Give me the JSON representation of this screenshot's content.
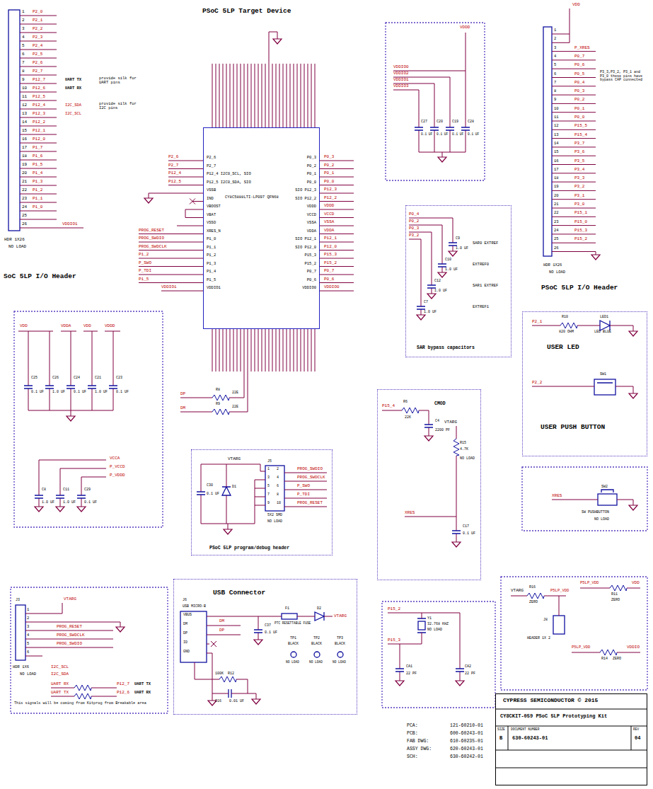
{
  "diagram": {
    "nodes": [
      {
        "text": [
          "SoC 5LP I/O Header"
        ]
      },
      {
        "text": [
          "PSoC 5LP Target Device",
          "CY8C5888LTI-LP097 QFN68"
        ]
      },
      {
        "text": [
          "SAR bypass capacitors"
        ]
      },
      {
        "text": [
          "PSoC 5LP I/O Header"
        ]
      },
      {
        "text": [
          "USER LED",
          "USER PUSH BUTTON"
        ]
      },
      {
        "text": [
          "CMOD"
        ]
      },
      {
        "text": [
          "PSoC 5LP program/debug header"
        ]
      },
      {
        "text": [
          "USB Connector"
        ]
      },
      {
        "text": [
          "CYPRESS SEMICONDUCTOR © 2015",
          "CY8CKIT-059 PSoC 5LP Prototyping Kit"
        ]
      }
    ],
    "labels": [
      "1",
      "2",
      "3",
      "4",
      "5",
      "6",
      "7",
      "8",
      "9",
      "10",
      "11",
      "12",
      "13",
      "14",
      "15",
      "16",
      "17",
      "18",
      "19",
      "20",
      "21",
      "22",
      "23",
      "24",
      "25",
      "26",
      "P2_0",
      "P2_1",
      "P2_2",
      "P2_3",
      "P2_4",
      "P2_5",
      "P2_6",
      "P2_7",
      "P12_7",
      "P12_6",
      "P12_5",
      "P12_4",
      "P12_3",
      "P12_2",
      "P12_1",
      "P12_0",
      "P1_7",
      "P1_6",
      "P1_5",
      "P1_4",
      "P1_3",
      "P1_2",
      "P1_1",
      "P1_0",
      "UART TX",
      "UART RX",
      "provide silk for UART pins",
      "I2C_SDA",
      "I2C_SCL",
      "provide silk for I2C pins",
      "VDDIO1",
      "HDR 1X26",
      "NO LOAD",
      "P2_6",
      "P2_7",
      "P12_4 I2C0_SCL, SIO",
      "P12_5 I2C0_SDA, SIO",
      "VSSB",
      "IND",
      "VBOOST",
      "VBAT",
      "VSSD",
      "XRES_N",
      "P1_0",
      "P1_1",
      "P1_2",
      "P1_3",
      "P1_4",
      "P1_5",
      "VDDIO1",
      "P0_3",
      "P0_2",
      "P0_1",
      "P0_0",
      "SIO P12_3",
      "SIO P12_2",
      "VDDD",
      "VCCD",
      "VSSA",
      "VDDA",
      "SIO P12_1",
      "SIO P12_0",
      "P15_3",
      "P15_2",
      "P0_7",
      "P0_6",
      "VDDIO0",
      "P2_6",
      "P2_7",
      "P12_4",
      "P12_5",
      "PROG_RESET",
      "PROG_SWDIO",
      "PROG_SWDCLK",
      "P1_2",
      "P_SWO",
      "P_TDI",
      "P1_5",
      "VDDIO1",
      "P0_3",
      "P0_2",
      "P0_1",
      "P0_0",
      "P12_3",
      "P12_2",
      "VDDD",
      "VCCD",
      "VSSA",
      "VDDA",
      "P12_1",
      "P12_0",
      "P15_3",
      "P15_2",
      "P0_7",
      "P0_6",
      "VDDIO0",
      "DP",
      "DM",
      "R8",
      "R9",
      "22E",
      "22E",
      "VDDD",
      "VDDIO0",
      "VDDIO2",
      "VDDIO1",
      "VDDIO3",
      "C27",
      "C20",
      "C19",
      "C28",
      "0.1 UF",
      "0.1 UF",
      "0.1 UF",
      "0.1 UF",
      "P0_4",
      "P0_2",
      "P0_3",
      "P3_2",
      "C9",
      "C10",
      "C12",
      "C7",
      "1.0 UF",
      "1.0 UF",
      "1.0 UF",
      "1.0 UF",
      "SAR0 EXTREF",
      "EXTREF0",
      "SAR1 EXTREF",
      "EXTREF1",
      "VDD",
      "1",
      "2",
      "3",
      "4",
      "5",
      "6",
      "7",
      "8",
      "9",
      "10",
      "11",
      "12",
      "13",
      "14",
      "15",
      "16",
      "17",
      "18",
      "19",
      "20",
      "21",
      "22",
      "23",
      "24",
      "25",
      "26",
      "P_XRES",
      "P0_7",
      "P0_6",
      "P0_5",
      "P0_4",
      "P0_3",
      "P0_2",
      "P0_1",
      "P0_0",
      "P15_5",
      "P15_4",
      "P3_7",
      "P3_6",
      "P3_5",
      "P3_4",
      "P3_3",
      "P3_2",
      "P3_1",
      "P3_0",
      "P15_1",
      "P15_0",
      "P15_3",
      "P15_2",
      "P3_3,P3_2, P3_1 and P3_0 these pins have bypass CAP connected",
      "HDR 1X26",
      "NO LOAD",
      "VDD",
      "VDDA",
      "VDD",
      "VDDD",
      "C25",
      "C26",
      "C24",
      "C21",
      "C23",
      "0.1 UF",
      "1.0 UF",
      "0.1 UF",
      "1.0 UF",
      "0.1 UF",
      "VCCA",
      "P_VCCD",
      "P_VDDD",
      "C8",
      "C11",
      "C29",
      "1.0 UF",
      "1.0 UF",
      "0.1 UF",
      "VTARG",
      "C30",
      "0.1 UF",
      "D1",
      "J5",
      "1",
      "3",
      "5",
      "7",
      "9",
      "2",
      "4",
      "6",
      "8",
      "10",
      "PROG_SWDIO",
      "PROG_SWDCLK",
      "P_SWO",
      "P_TDI",
      "PROG_RESET",
      "5X2 SMD",
      "NO LOAD",
      "R6",
      "P15_4",
      "22K",
      "C4",
      "2200 PF",
      "VTARG",
      "R15",
      "4.7K",
      "NO LOAD",
      "XRES",
      "C17",
      "0.1 UF",
      "P2_1",
      "R10",
      "820 OHM",
      "LED1",
      "LED BLUE",
      "P2_2",
      "SW1",
      "XRES",
      "SW2",
      "SW PUSHBUTTON",
      "NO LOAD",
      "J6",
      "USB MICRO-B",
      "VBUS",
      "DM",
      "DP",
      "ID",
      "GND",
      "DM",
      "DP",
      "C37",
      "0.1 UF",
      "F1",
      "PTC RESETTABLE FUSE",
      "D2",
      "VTARG",
      "TP1",
      "TP2",
      "TP3",
      "BLACK",
      "BLACK",
      "BLACK",
      "NO LOAD",
      "NO LOAD",
      "NO LOAD",
      "100K",
      "R12",
      "C16",
      "0.01 UF",
      "J3",
      "VTARG",
      "1",
      "2",
      "3",
      "4",
      "5",
      "6",
      "PROG_RESET",
      "PROG_SWDCLK",
      "PROG_SWDIO",
      "HDR 1X6",
      "NO LOAD",
      "I2C_SCL",
      "I2C_SDA",
      "UART RX",
      "UART TX",
      "P12_7",
      "P12_6",
      "UART TX",
      "UART RX",
      "This signals will be coming from Kitprog from Breakable area",
      "P15_2",
      "Y1",
      "32.768 KHZ",
      "NO LOAD",
      "P15_3",
      "CA1",
      "22 PF",
      "CA2",
      "22 PF",
      "VTARG",
      "R16",
      "ZERO",
      "P5LP_VDD",
      "J8",
      "HEADER 1X 2",
      "P5LP_VDD",
      "R11",
      "ZERO",
      "VDD",
      "P5LP_VDD",
      "R14",
      "ZERO",
      "VDDIO",
      "SIZE",
      "DOCUMENT NUMBER",
      "REV",
      "B",
      "630-60243-01",
      "04",
      "PCA:",
      "PCB:",
      "FAB DWG:",
      "ASSY DWG:",
      "SCH:",
      "121-60210-01",
      "600-60243-01",
      "610-60235-01",
      "620-60243-01",
      "630-60242-01"
    ]
  }
}
